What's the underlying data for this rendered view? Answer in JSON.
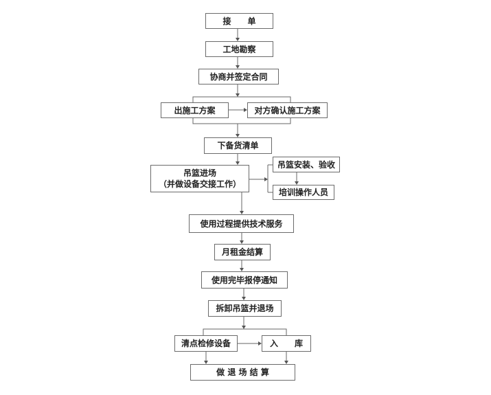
{
  "flowchart": {
    "accept_order": "接　　单",
    "site_survey": "工地勘察",
    "negotiate_contract": "协商并签定合同",
    "issue_construction_plan": "出施工方案",
    "client_confirm_plan": "对方确认施工方案",
    "prepare_goods_list": "下备货清单",
    "gondola_entry_line1": "吊篮进场",
    "gondola_entry_line2": "（并做设备交接工作）",
    "gondola_install_accept": "吊篮安装、验收",
    "train_operators": "培训操作人员",
    "tech_service": "使用过程提供技术服务",
    "monthly_rent_settlement": "月租金结算",
    "completion_stop_notice": "使用完毕报停通知",
    "dismantle_exit": "拆卸吊篮并退场",
    "inspect_repair": "清点检修设备",
    "warehouse_in": "入　　库",
    "exit_settlement": "做 退 场 结 算"
  }
}
